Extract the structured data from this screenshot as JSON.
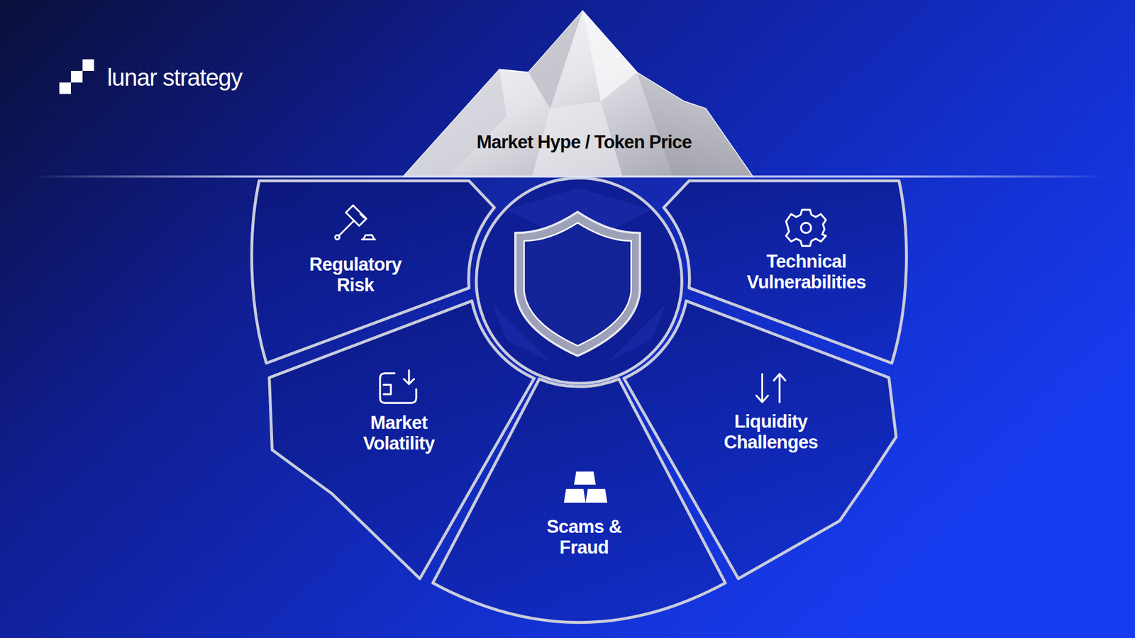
{
  "diagram": {
    "nodes": [
      {
        "text": [
          "Market Hype / Token Price"
        ]
      },
      {
        "text": [
          "Regulatory Risk"
        ]
      },
      {
        "text": [
          "Technical Vulnerabilities"
        ]
      },
      {
        "text": [
          "Market Volatility"
        ]
      },
      {
        "text": [
          "Scams & Fraud"
        ]
      },
      {
        "text": [
          "Liquidity Challenges"
        ]
      }
    ],
    "labels": [
      "lunar strategy"
    ]
  }
}
